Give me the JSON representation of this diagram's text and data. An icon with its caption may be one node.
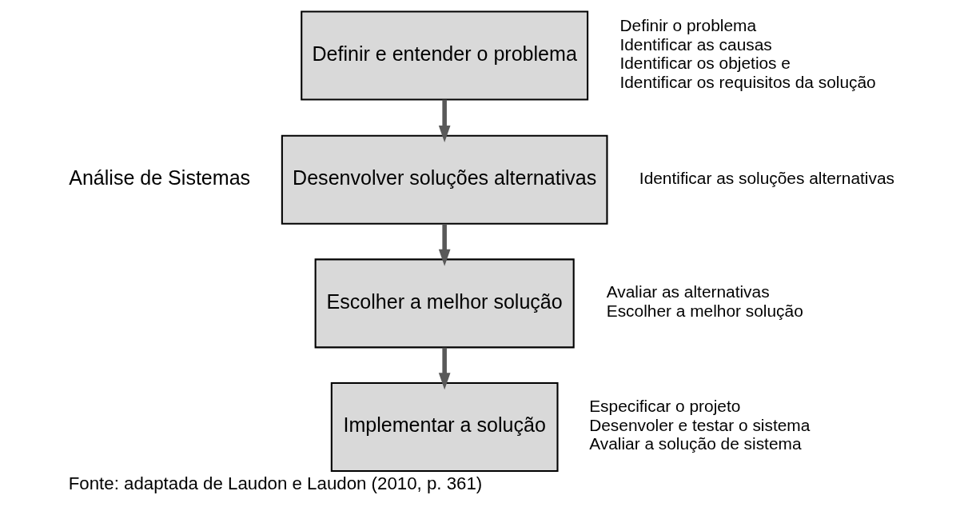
{
  "diagram": {
    "caption": "Fonte: adaptada de Laudon e Laudon (2010, p. 361)",
    "nodes": [
      {
        "text": [
          "Definir e entender o problema"
        ],
        "beside": [
          "Definir o problema",
          "Identificar as causas",
          "Identificar os objetios e",
          "Identificar os requisitos da solução"
        ]
      },
      {
        "text": [
          "Desenvolver soluções alternativas"
        ],
        "beside": [
          "Identificar as soluções alternativas"
        ]
      },
      {
        "text": [
          "Escolher a melhor solução"
        ],
        "beside": [
          "Avaliar as alternativas",
          "Escolher a melhor solução"
        ]
      },
      {
        "text": [
          "Implementar a solução"
        ],
        "beside": [
          "Especificar o projeto",
          "Desenvoler e testar o sistema",
          "Avaliar a solução de sistema"
        ]
      }
    ],
    "edges": [
      {
        "from": 0,
        "to": 1,
        "arrow": "to"
      },
      {
        "from": 1,
        "to": 2,
        "arrow": "to"
      },
      {
        "from": 2,
        "to": 3,
        "arrow": "to"
      }
    ],
    "labels": [
      "Análise de Sistemas"
    ]
  }
}
